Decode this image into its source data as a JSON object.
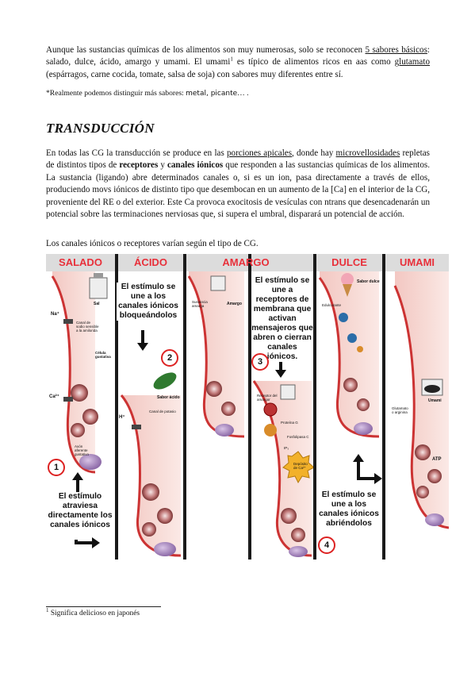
{
  "intro": {
    "t1": "Aunque las sustancias químicas de los alimentos son muy numerosas, solo se reconocen ",
    "u1": "5 sabores básicos",
    "t2": ": salado, dulce, ácido, amargo y umami. El umami",
    "fn": "1",
    "t3": " es típico de alimentos ricos en aas como ",
    "u2": "glutamato",
    "t4": " (espárragos, carne cocida, tomate, salsa de soja) con sabores muy diferentes entre sí."
  },
  "note": {
    "text": "*Realmente podemos distinguir más sabores: ",
    "examples": "metal, picante",
    "tail": "… ."
  },
  "section_title": "TRANSDUCCIÓN",
  "para2": {
    "t1": "En todas las CG la transducción se produce en las ",
    "u1": "porciones apicales",
    "t2": ", donde hay ",
    "u2": "microvellosidades",
    "t3": " repletas de distintos tipos de ",
    "b1": "receptores",
    "t4": " y ",
    "b2": "canales iónicos",
    "t5": " que responden a las sustancias químicas de los alimentos. La sustancia (ligando) abre determinados canales o, si es un ion, pasa directamente a través de ellos, produciendo movs iónicos de distinto tipo que desembocan en un aumento de la [Ca] en el interior de la CG, proveniente del RE o del exterior. Este Ca provoca exocitosis de vesículas con ntrans que desencadenarán un potencial sobre las terminaciones nerviosas que, si supera el umbral, disparará un potencial de acción."
  },
  "para3": "Los canales iónicos o receptores varían según el tipo de CG.",
  "figure": {
    "headers": [
      "SALADO",
      "ÁCIDO",
      "AMARGO",
      "DULCE",
      "UMAMI"
    ],
    "boxes": {
      "acido": "El estímulo se une a los canales iónicos bloqueándolos",
      "amargo": "El estímulo se une a receptores de membrana que activan mensajeros que abren o cierran canales iónicos.",
      "salado": "El estímulo atraviesa directamente los canales iónicos",
      "dulce": "El estímulo se une a los canales iónicos abriéndolos"
    },
    "numbers": [
      "1",
      "2",
      "3",
      "4"
    ],
    "labels": {
      "sal": "Sal",
      "salado_channel": "Canal de sodio sensible a la amilorida",
      "celula": "Célula gustativa",
      "axon": "Axón aferente gustativo",
      "sabor_acido": "Sabor ácido",
      "canal_potasio": "Canal de potasio",
      "amargo": "Amargo",
      "sustancia_amarga": "Sustancia amarga",
      "receptor": "Receptor del amargor",
      "proteina_g": "Proteína G",
      "fosfolipasa": "Fosfolipasa C",
      "deposito": "Depósito de Ca²⁺",
      "sabor_dulce": "Sabor dulce",
      "edulcorante": "Edulcorante",
      "umami": "Umami",
      "glutamato_label": "Glutamato o arginina",
      "atp": "ATP",
      "na": "Na⁺",
      "h": "H⁺",
      "ca": "Ca²⁺",
      "ip3": "IP₃"
    }
  },
  "footnote": {
    "num": "1",
    "text": " Significa delicioso en japonés"
  }
}
